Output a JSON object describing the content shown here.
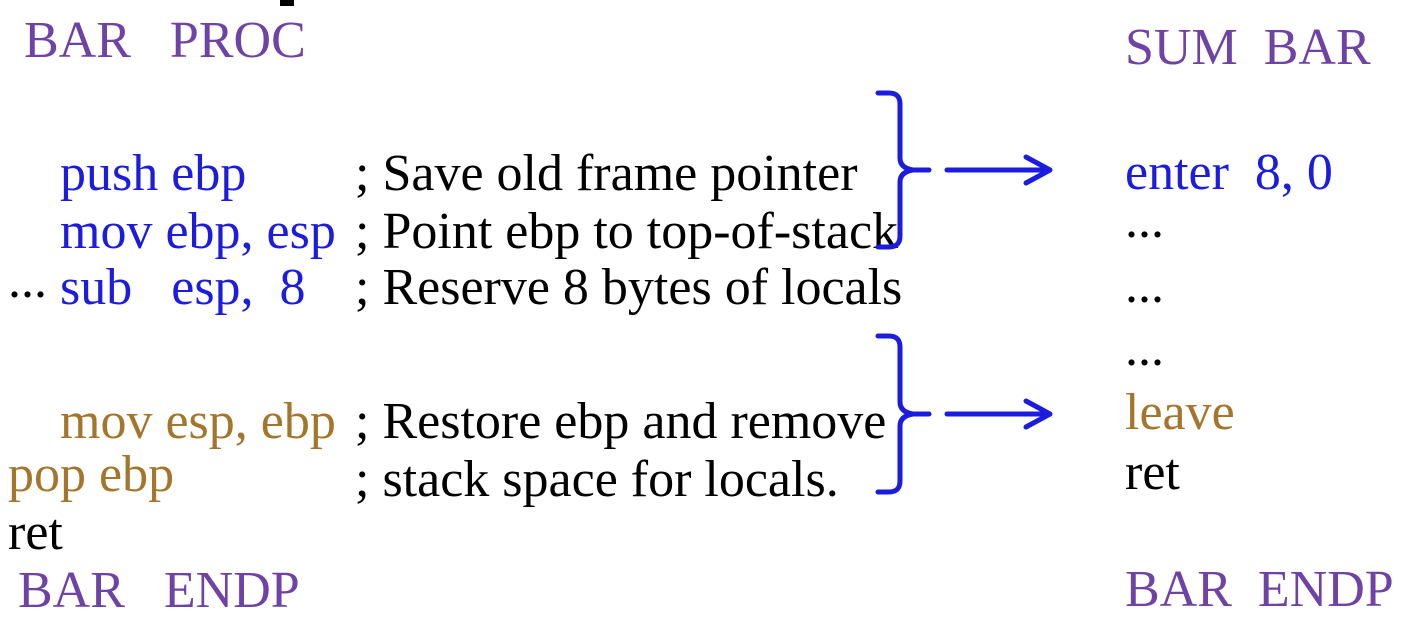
{
  "colors": {
    "accent_blue": "#1c1cdf",
    "purple": "#6f42a5",
    "brown": "#a3762b",
    "comment_black": "#000000",
    "background": "#ffffff"
  },
  "left": {
    "rows": [
      {
        "text": "BAR   PROC"
      },
      {
        "instr": "push ebp",
        "comment": "; Save old frame pointer"
      },
      {
        "instr": "mov ebp, esp",
        "comment": "; Point ebp to top-of-stack"
      },
      {
        "instr": "sub   esp,  8",
        "comment": "; Reserve 8 bytes of locals"
      },
      {
        "text": "..."
      },
      {
        "instr": "mov esp, ebp",
        "comment": "; Restore ebp and remove"
      },
      {
        "instr": "",
        "comment": "; stack space for locals."
      },
      {
        "text": "pop ebp"
      },
      {
        "text": "ret"
      },
      {
        "text": "BAR   ENDP"
      }
    ]
  },
  "right": {
    "rows": [
      {
        "text": "SUM  BAR"
      },
      {
        "text": "enter  8, 0"
      },
      {
        "text": "..."
      },
      {
        "text": "..."
      },
      {
        "text": "..."
      },
      {
        "text": "leave"
      },
      {
        "text": "ret"
      },
      {
        "text": "BAR  ENDP"
      }
    ]
  },
  "annotations": {
    "prologue_brace": "brace grouping push/mov/sub lines",
    "prologue_arrow": "maps-to arrow pointing at enter 8, 0",
    "epilogue_brace": "brace grouping mov/pop lines",
    "epilogue_arrow": "maps-to arrow pointing at leave"
  }
}
